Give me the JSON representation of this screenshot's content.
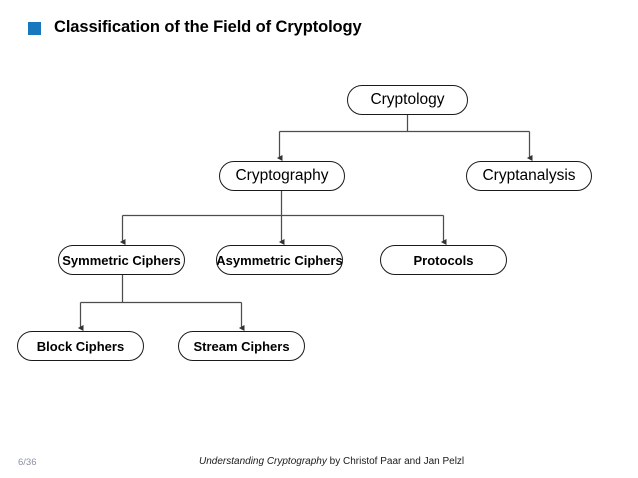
{
  "slide": {
    "title": "Classification of the Field of Cryptology",
    "bullet_color": "#1878BE",
    "background_color": "#FFFFFF"
  },
  "diagram": {
    "type": "tree",
    "node_border_color": "#1A1A1A",
    "connector_color": "#4D4D4D",
    "nodes": [
      {
        "id": "cryptology",
        "label": "Cryptology",
        "level": 0,
        "weight": "regular"
      },
      {
        "id": "cryptography",
        "label": "Cryptography",
        "level": 1,
        "weight": "regular"
      },
      {
        "id": "cryptanalysis",
        "label": "Cryptanalysis",
        "level": 1,
        "weight": "regular"
      },
      {
        "id": "symmetric-ciphers",
        "label": "Symmetric Ciphers",
        "level": 2,
        "weight": "bold"
      },
      {
        "id": "asymmetric-ciphers",
        "label": "Asymmetric Ciphers",
        "level": 2,
        "weight": "bold"
      },
      {
        "id": "protocols",
        "label": "Protocols",
        "level": 2,
        "weight": "bold"
      },
      {
        "id": "block-ciphers",
        "label": "Block Ciphers",
        "level": 3,
        "weight": "bold"
      },
      {
        "id": "stream-ciphers",
        "label": "Stream Ciphers",
        "level": 3,
        "weight": "bold"
      }
    ],
    "edges": [
      {
        "from": "cryptology",
        "to": "cryptography"
      },
      {
        "from": "cryptology",
        "to": "cryptanalysis"
      },
      {
        "from": "cryptography",
        "to": "symmetric-ciphers"
      },
      {
        "from": "cryptography",
        "to": "asymmetric-ciphers"
      },
      {
        "from": "cryptography",
        "to": "protocols"
      },
      {
        "from": "symmetric-ciphers",
        "to": "block-ciphers"
      },
      {
        "from": "symmetric-ciphers",
        "to": "stream-ciphers"
      }
    ]
  },
  "footer": {
    "page": "6/36",
    "book_title": "Understanding Cryptography",
    "credit": " by Christof Paar and Jan Pelzl"
  }
}
